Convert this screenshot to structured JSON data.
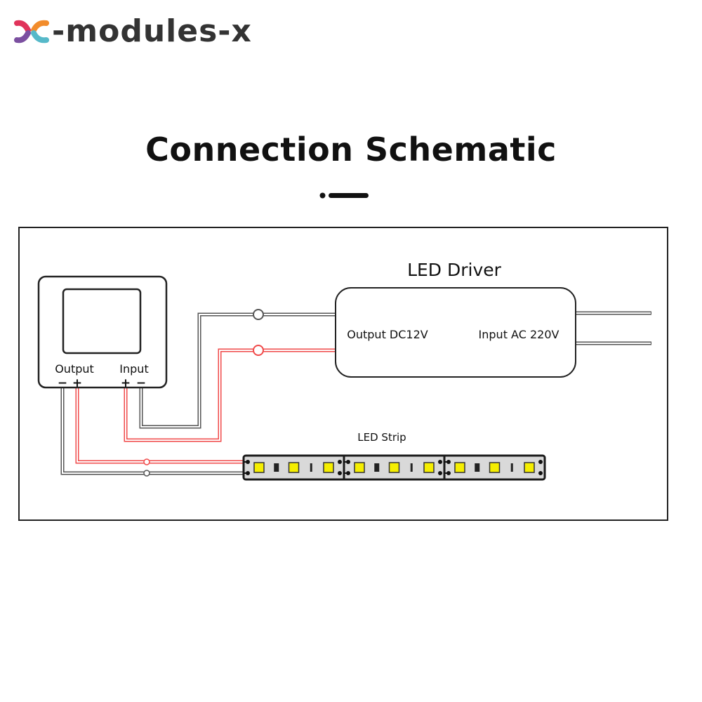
{
  "brand": {
    "name": "-modules-x",
    "logo_icon": "x-modules-logo-icon",
    "logo_colors": [
      "#e0335a",
      "#f28c2c",
      "#7b4fa0",
      "#56b9c9"
    ]
  },
  "header": {
    "title": "Connection Schematic"
  },
  "diagram": {
    "controller": {
      "output_label": "Output",
      "input_label": "Input",
      "output_terminals": [
        "−",
        "+"
      ],
      "input_terminals": [
        "+",
        "−"
      ]
    },
    "driver": {
      "title": "LED Driver",
      "output_label": "Output DC12V",
      "input_label": "Input AC 220V"
    },
    "strip": {
      "label": "LED Strip",
      "segments": 3
    },
    "colors": {
      "positive_wire": "#f04a4a",
      "negative_wire": "#555555",
      "led": "#f5ee00",
      "strip_body": "#d9d9d9"
    }
  }
}
